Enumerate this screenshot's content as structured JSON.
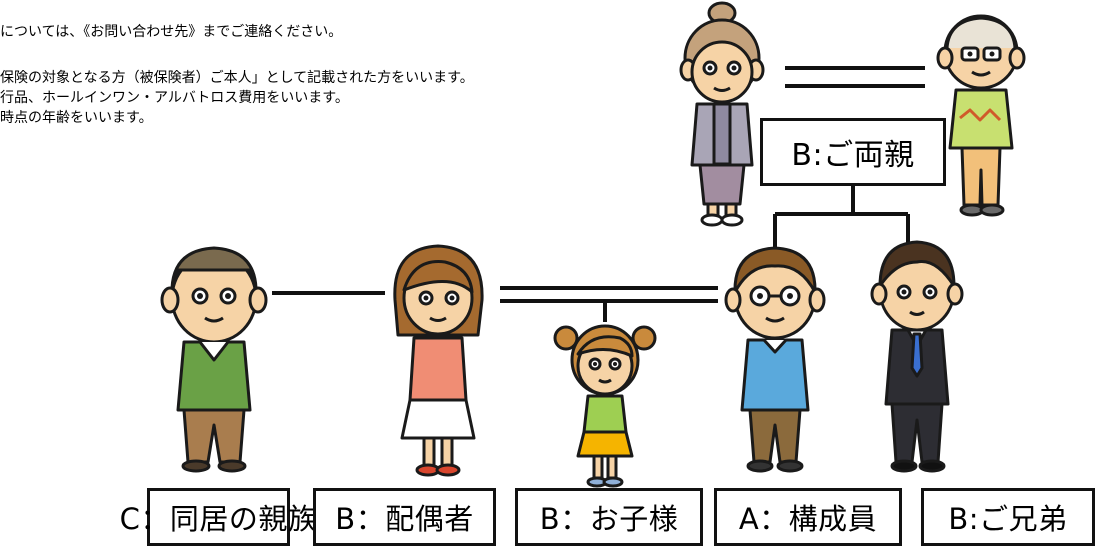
{
  "notes": [
    "については、《お問い合わせ先》までご連絡ください。",
    "保険の対象となる方（被保険者）ご本人」として記載された方をいいます。",
    "行品、ホールインワン・アルバトロス費用をいいます。",
    "時点の年齢をいいます。"
  ],
  "labels": {
    "relatives": "C：同居の親族",
    "spouse": "B：配偶者",
    "children": "B：お子様",
    "member": "A：構成員",
    "siblings": "B:ご兄弟",
    "parents": "B:ご両親"
  },
  "colors": {
    "skin": "#f6d3a6",
    "outline": "#1a1a1a",
    "old_man_sweater": "#6aa146",
    "old_man_pants": "#a97d4e",
    "woman_top": "#f08d74",
    "woman_hair": "#a56a2f",
    "girl_top": "#9ecf52",
    "girl_skirt": "#f5b400",
    "member_shirt": "#5aa9dc",
    "member_pants": "#8b6a3c",
    "sibling_suit": "#2d2d33",
    "grandma_cardigan": "#a9a5b6",
    "grandma_skirt": "#a28da0",
    "grandpa_sweater": "#c8e070",
    "grandpa_pants": "#f2c07a"
  }
}
